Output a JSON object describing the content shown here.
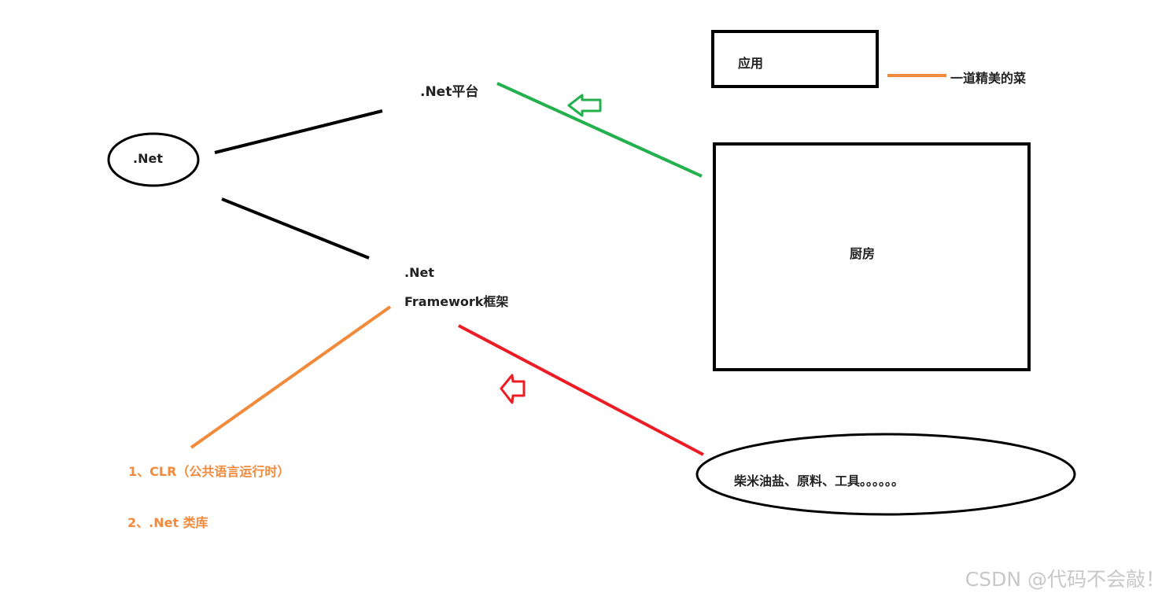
{
  "labels": {
    "net": ".Net",
    "net_platform": ".Net平台",
    "net_framework_line1": ".Net",
    "net_framework_line2": "Framework框架",
    "clr": "1、CLR（公共语言运行时）",
    "net_lib": "2、.Net 类库",
    "app": "应用",
    "dish": "一道精美的菜",
    "kitchen": "厨房",
    "ingredients": "柴米油盐、原料、工具。。。。。。"
  },
  "watermark": "CSDN @代码不会敲！",
  "colors": {
    "black": "#000000",
    "green": "#22b14c",
    "red": "#ed1c24",
    "orange": "#f28a3c"
  }
}
